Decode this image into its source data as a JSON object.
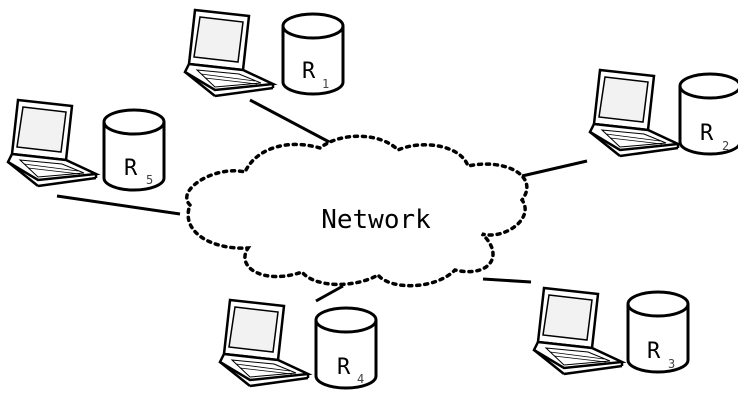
{
  "network": {
    "label": "Network"
  },
  "nodes": [
    {
      "id": "r1",
      "db_letter": "R",
      "db_sub": "1"
    },
    {
      "id": "r2",
      "db_letter": "R",
      "db_sub": "2"
    },
    {
      "id": "r3",
      "db_letter": "R",
      "db_sub": "3"
    },
    {
      "id": "r4",
      "db_letter": "R",
      "db_sub": "4"
    },
    {
      "id": "r5",
      "db_letter": "R",
      "db_sub": "5"
    }
  ],
  "colors": {
    "stroke": "#000000",
    "background": "#ffffff",
    "screen": "#f2f2f2"
  }
}
